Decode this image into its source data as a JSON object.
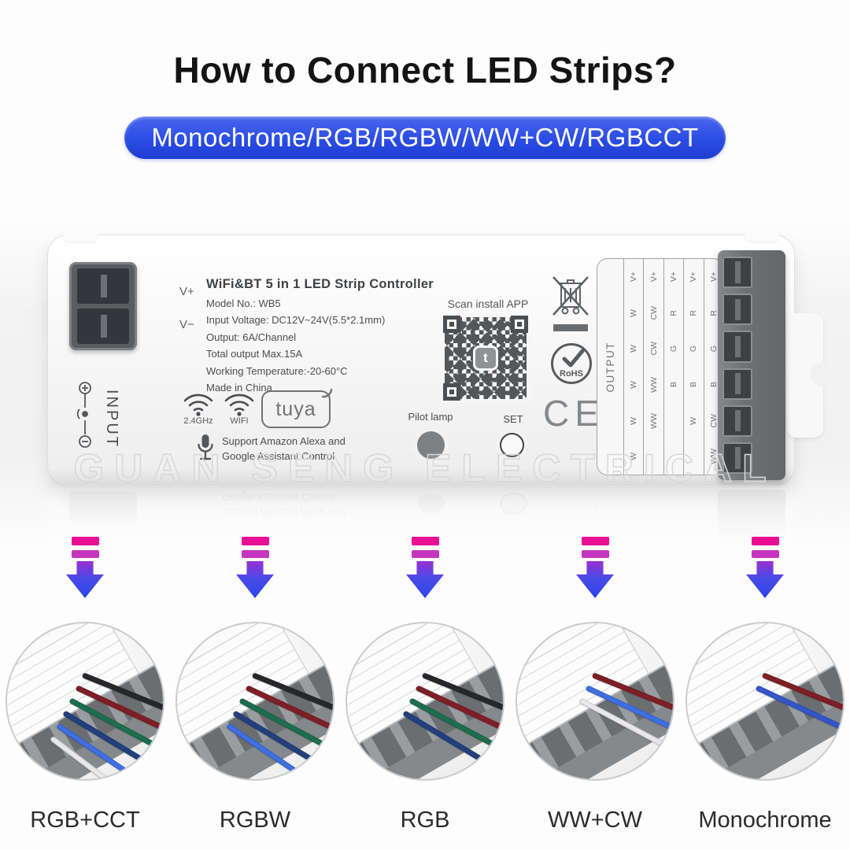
{
  "header": {
    "title": "How to Connect LED Strips?",
    "subtitle_pill": "Monochrome/RGB/RGBW/WW+CW/RGBCCT"
  },
  "colors": {
    "pill_blue": "#2b4de4",
    "arrow_magenta": "#ea0e92",
    "arrow_purple": "#c437bd",
    "arrow_blue": "#2b46e8",
    "title_black": "#141414"
  },
  "device": {
    "input": {
      "v_plus": "V+",
      "v_minus": "V−",
      "input_label": "INPUT"
    },
    "info": {
      "title": "WiFi&BT  5 in 1  LED Strip Controller",
      "lines": [
        "Model No.: WB5",
        "Input Voltage: DC12V~24V(5.5*2.1mm)",
        "Output: 6A/Channel",
        "Total output Max.15A",
        "Working Temperature:-20-60°C",
        "Made in China"
      ]
    },
    "wireless": {
      "freq_label": "2.4GHz",
      "wifi_label": "WIFI",
      "brand": "tuya"
    },
    "assistant_line1": "Support Amazon Alexa and",
    "assistant_line2": "Google Assistant Control",
    "qr": {
      "caption": "Scan install APP",
      "center_glyph": "t"
    },
    "buttons": {
      "pilot_lamp": "Pilot lamp",
      "set": "SET"
    },
    "certs": {
      "rohs": "RoHS",
      "ce": "CE"
    },
    "output_table": {
      "header": "OUTPUT",
      "columns": [
        [
          "V+",
          "W",
          "W",
          "W",
          "W",
          "W"
        ],
        [
          "V+",
          "CW",
          "CW",
          "WW",
          "WW",
          ""
        ],
        [
          "V+",
          "R",
          "G",
          "B",
          "",
          ""
        ],
        [
          "V+",
          "R",
          "G",
          "B",
          "W",
          ""
        ],
        [
          "V+",
          "R",
          "G",
          "B",
          "CW",
          "WW"
        ]
      ]
    }
  },
  "watermark": "GUAN SENG ELECTRICAL",
  "connection_modes": [
    {
      "label": "RGB+CCT",
      "wires": [
        "#26282c",
        "#7e1f26",
        "#1d6e4e",
        "#23407e",
        "#3f6fe0",
        "#e9e9ec"
      ]
    },
    {
      "label": "RGBW",
      "wires": [
        "#26282c",
        "#7e1f26",
        "#1d6e4e",
        "#23407e",
        "#3f6fe0"
      ]
    },
    {
      "label": "RGB",
      "wires": [
        "#26282c",
        "#7e1f26",
        "#1d6e4e",
        "#23407e"
      ]
    },
    {
      "label": "WW+CW",
      "wires": [
        "#7e1f26",
        "#3f6fe0",
        "#e9e9ec"
      ]
    },
    {
      "label": "Monochrome",
      "wires": [
        "#7e1f26",
        "#3356c9"
      ]
    }
  ]
}
